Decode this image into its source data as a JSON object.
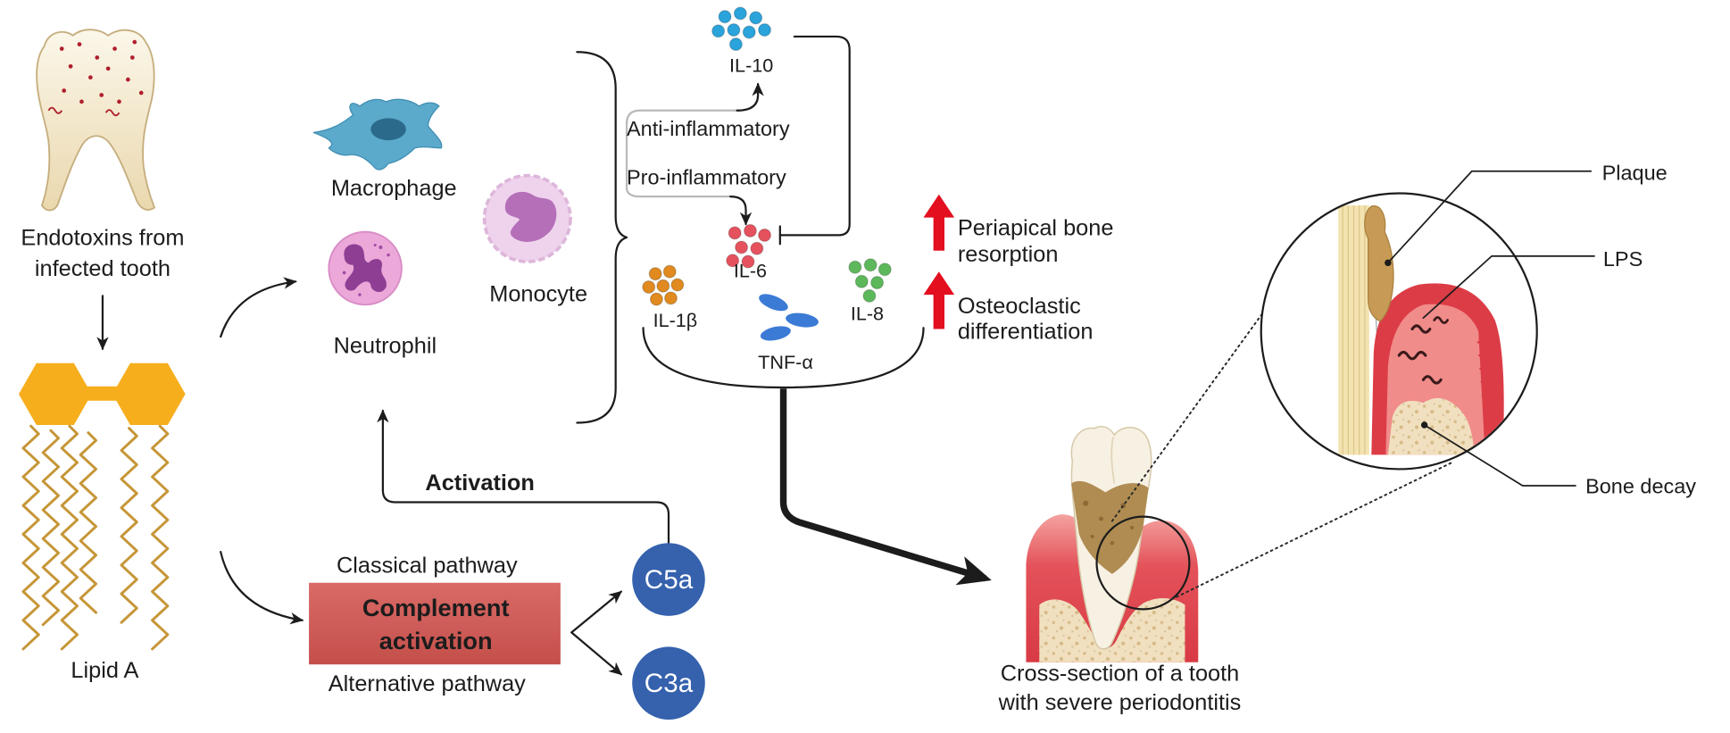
{
  "figure": {
    "endotoxins_label": [
      "Endotoxins from",
      "infected tooth"
    ],
    "lipid_a_label": "Lipid A",
    "cells": {
      "macrophage": "Macrophage",
      "neutrophil": "Neutrophil",
      "monocyte": "Monocyte"
    },
    "cytokines": {
      "il10": "IL-10",
      "il6": "IL-6",
      "il1b": "IL-1β",
      "il8": "IL-8",
      "tnfa": "TNF-α"
    },
    "pathways": {
      "anti_inflammatory": "Anti-inflammatory",
      "pro_inflammatory": "Pro-inflammatory"
    },
    "effects": {
      "bone_resorption": [
        "Periapical bone",
        "resorption"
      ],
      "osteoclastic": [
        "Osteoclastic",
        "differentiation"
      ]
    },
    "complement": {
      "activation_label": "Activation",
      "classical": "Classical pathway",
      "box": [
        "Complement",
        "activation"
      ],
      "alternative": "Alternative pathway",
      "c5a": "C5a",
      "c3a": "C3a"
    },
    "periodontitis": {
      "caption": [
        "Cross-section of a tooth",
        "with severe periodontitis"
      ],
      "callouts": {
        "plaque": "Plaque",
        "lps": "LPS",
        "bone_decay": "Bone decay"
      }
    }
  },
  "colors": {
    "lipid_head": "#F6AE1D",
    "lipid_chain": "#C69637",
    "macrophage": "#5BA9CB",
    "neutrophil": "#EBA8D8",
    "monocyte": "#EFD3ED",
    "il10": "#2BA3DB",
    "il6": "#E5525E",
    "il1b": "#E08A1F",
    "il8": "#5DB85B",
    "tnfa": "#3B7BD6",
    "anti_inflammatory_text": "#4E9A3A",
    "pro_inflammatory_text": "#B0201E",
    "increase_arrow": "#E30E1E",
    "complement_box": "#CF5A57",
    "anaphylatoxin": "#3561AD",
    "gum": "#DC3C46",
    "bone": "#F1E0BF",
    "plaque": "#B08C52",
    "endotoxin": "#B01E2C"
  }
}
